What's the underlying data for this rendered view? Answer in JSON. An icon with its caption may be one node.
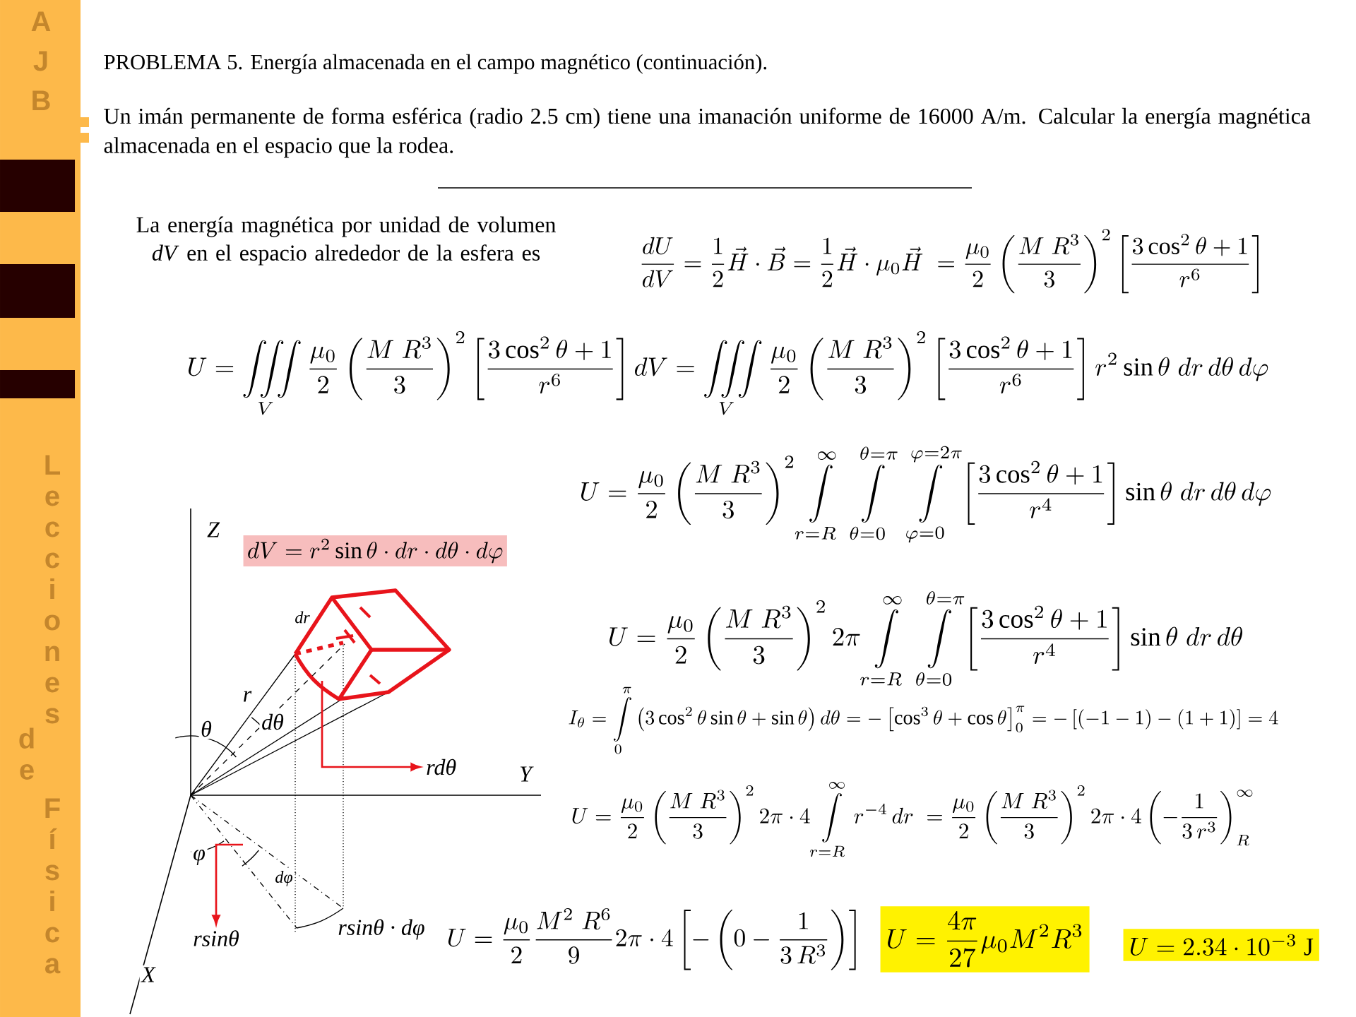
{
  "diagram": {
    "title": "PROBLEMA 5. Energía almacenada en el campo magnético (continuación).",
    "nodes": [
      {
        "text": [
          "rdθ"
        ]
      },
      {
        "text": [
          "rsinθ"
        ]
      }
    ],
    "edges": [
      {
        "from": null,
        "to": 0,
        "arrow": "to"
      },
      {
        "from": null,
        "to": 1,
        "arrow": "to"
      }
    ],
    "labels": [
      "AJB",
      "Lecciones",
      "de",
      "Física",
      "Un imán permanente de forma esférica (radio 2.5 cm) tiene una imanación uniforme de 16000 A/m. Calcular la energía magnética almacenada en el espacio que la rodea.",
      "La energía magnética por unidad de volumen *dV* en el espacio alrededor de la esfera es",
      "\\frac{dU}{dV}=\\frac{1}{2}\\vec{H}\\cdot\\vec{B}=\\frac{1}{2}\\vec{H}\\cdot\\mu_0\\vec{H}\\;=\\frac{\\mu_0}{2}\\left(\\frac{M\\;R^3}{3}\\right)^2\\left[\\frac{3\\cos^2\\theta+1}{r^6}\\right]",
      "U=\\iiint\\limits_V\\frac{\\mu_0}{2}\\left(\\frac{M\\;R^3}{3}\\right)^2\\left[\\frac{3\\cos^2\\theta+1}{r^6}\\right]dV=\\iiint\\limits_V\\frac{\\mu_0}{2}\\left(\\frac{M\\;R^3}{3}\\right)^2\\left[\\frac{3\\cos^2\\theta+1}{r^6}\\right]r^2\\sin\\theta\\;dr\\,d\\theta\\,d\\varphi",
      "U=\\frac{\\mu_0}{2}\\left(\\frac{M\\;R^3}{3}\\right)^2\\int\\limits_{r=R}^{\\infty}\\;\\int\\limits_{\\theta=0}^{\\theta=\\pi}\\;\\int\\limits_{\\varphi=0}^{\\varphi=2\\pi}\\left[\\frac{3\\cos^2\\theta+1}{r^4}\\right]\\sin\\theta\\;dr\\,d\\theta\\,d\\varphi",
      "dV=r^2\\sin\\theta\\cdot dr\\cdot d\\theta\\cdot d\\varphi",
      "U=\\frac{\\mu_0}{2}\\left(\\frac{M\\;R^3}{3}\\right)^2 2\\pi\\int\\limits_{r=R}^{\\infty}\\;\\int\\limits_{\\theta=0}^{\\theta=\\pi}\\left[\\frac{3\\cos^2\\theta+1}{r^4}\\right]\\sin\\theta\\;dr\\,d\\theta",
      "I_\\theta=\\int\\limits_0^\\pi\\left(3\\cos^2\\theta\\sin\\theta+\\sin\\theta\\right)d\\theta=-\\left[\\cos^3\\theta+\\cos\\theta\\right]_0^\\pi=-\\left[\\left(-1-1\\right)-\\left(1+1\\right)\\right]=4",
      "U=\\frac{\\mu_0}{2}\\left(\\frac{M\\;R^3}{3}\\right)^2 2\\pi\\cdot4\\int\\limits_{r=R}^{\\infty}r^{-4}\\,dr\\;=\\frac{\\mu_0}{2}\\left(\\frac{M\\;R^3}{3}\\right)^2 2\\pi\\cdot4\\left(-\\frac{1}{3\\,r^3}\\right)_R^\\infty",
      "U=\\frac{\\mu_0}{2}\\frac{M^2\\;R^6}{9}2\\pi\\cdot4\\left[-\\left(0-\\frac{1}{3\\,R^3}\\right)\\right]",
      "U=\\frac{4\\pi}{27}\\mu_0M^2R^3",
      "U=2.34\\cdot10^{-3}\\ \\mathrm{J}",
      "Z",
      "Y",
      "X",
      "dr",
      "r",
      "θ",
      "dθ",
      "φ",
      "dφ",
      "rsinθ · dφ"
    ]
  }
}
